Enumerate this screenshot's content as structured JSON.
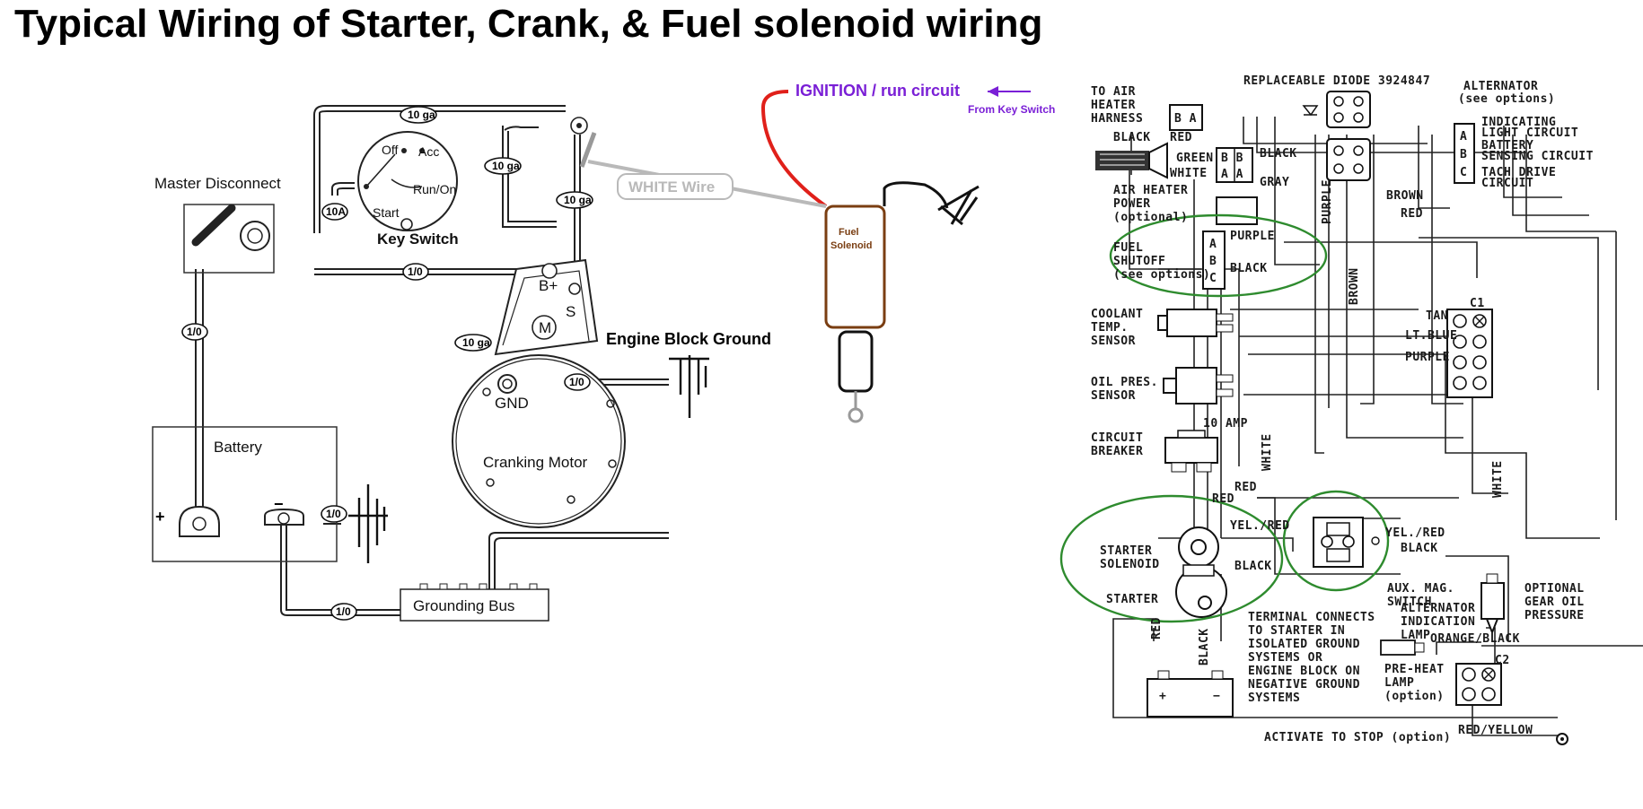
{
  "title": "Typical Wiring of Starter, Crank, & Fuel solenoid wiring",
  "left": {
    "master_disconnect": "Master Disconnect",
    "battery": "Battery",
    "battery_plus": "+",
    "battery_minus": "−",
    "key_switch": "Key Switch",
    "key_off": "Off",
    "key_acc": "Acc",
    "key_run": "Run/On",
    "key_start": "Start",
    "cranking_motor": "Cranking Motor",
    "motor_m": "M",
    "b_plus": "B+",
    "s": "S",
    "gnd": "GND",
    "engine_block_ground": "Engine Block Ground",
    "grounding_bus": "Grounding Bus",
    "gauge_10": "10 ga",
    "gauge_1_0": "1/0",
    "fuse_10a": "10A"
  },
  "middle": {
    "ignition": "IGNITION / run circuit",
    "from_key_switch": "From Key Switch",
    "white_wire": "WHITE Wire",
    "fuel_solenoid": "Fuel Solenoid"
  },
  "right": {
    "to_air_heater_harness": [
      "TO AIR",
      "HEATER",
      "HARNESS"
    ],
    "replaceable_diode": "REPLACEABLE DIODE 3924847",
    "alternator": [
      "ALTERNATOR",
      "(see options)"
    ],
    "indicating_light": [
      "INDICATING",
      "LIGHT CIRCUIT"
    ],
    "battery_sensing": [
      "BATTERY",
      "SENSING CIRCUIT"
    ],
    "tach_drive": [
      "TACH DRIVE",
      "CIRCUIT"
    ],
    "air_heater_power": [
      "AIR HEATER",
      "POWER",
      "(optional)"
    ],
    "fuel_shutoff": [
      "FUEL",
      "SHUTOFF",
      "(see options)"
    ],
    "coolant": [
      "COOLANT",
      "TEMP.",
      "SENSOR"
    ],
    "oil_pres": [
      "OIL PRES.",
      "SENSOR"
    ],
    "circuit_breaker": [
      "CIRCUIT",
      "BREAKER"
    ],
    "ten_amp": "10 AMP",
    "starter_solenoid": [
      "STARTER",
      "SOLENOID"
    ],
    "starter": "STARTER",
    "aux_mag": [
      "AUX. MAG.",
      "SWITCH"
    ],
    "optional_gear": [
      "OPTIONAL",
      "GEAR OIL",
      "PRESSURE"
    ],
    "alternator_lamp": [
      "ALTERNATOR",
      "INDICATION",
      "LAMP"
    ],
    "preheat_lamp": [
      "PRE-HEAT",
      "LAMP",
      "(option)"
    ],
    "terminal_connects": [
      "TERMINAL CONNECTS",
      "TO STARTER IN",
      "ISOLATED GROUND",
      "SYSTEMS OR",
      "ENGINE BLOCK ON",
      "NEGATIVE GROUND",
      "SYSTEMS"
    ],
    "activate_to_stop": "ACTIVATE TO STOP (option)",
    "wire_black": "BLACK",
    "wire_red": "RED",
    "wire_green": "GREEN",
    "wire_white": "WHITE",
    "wire_gray": "GRAY",
    "wire_purple": "PURPLE",
    "wire_brown": "BROWN",
    "wire_tan": "TAN",
    "wire_ltblue": "LT.BLUE",
    "wire_yelred": "YEL./RED",
    "wire_orangeblack": "ORANGE/BLACK",
    "wire_redyellow": "RED/YELLOW",
    "conn_c1": "C1",
    "conn_c2": "C2",
    "letter_a": "A",
    "letter_b": "B",
    "letter_c": "C"
  },
  "colors": {
    "ignition_text": "#7a1fd6",
    "ignition_wire": "#e0201a",
    "solenoid_box": "#7a3e12",
    "highlight_circle": "#2e8b2e",
    "white_wire": "#b9b9b9"
  }
}
